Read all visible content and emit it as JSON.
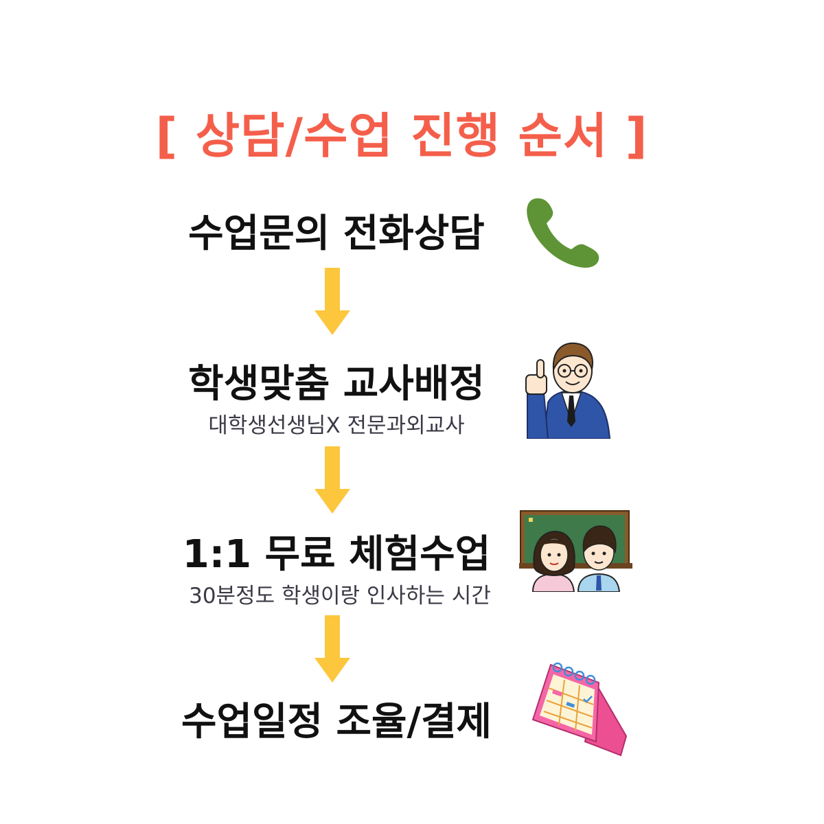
{
  "title": "[ 상담/수업 진행 순서 ]",
  "colors": {
    "title": "#f45f4b",
    "arrow": "#fcc73d",
    "phone": "#5e9436",
    "step_text": "#111111",
    "sub_text": "#3a3a46"
  },
  "steps": [
    {
      "label": "수업문의 전화상담",
      "icon": "phone-icon"
    },
    {
      "label": "학생맞춤 교사배정",
      "sub": "대학생선생님X 전문과외교사",
      "icon": "teacher-pointing-icon"
    },
    {
      "label": "1:1 무료 체험수업",
      "sub": "30분정도 학생이랑 인사하는 시간",
      "icon": "classroom-students-icon"
    },
    {
      "label": "수업일정 조율/결제",
      "icon": "desk-calendar-icon"
    }
  ]
}
